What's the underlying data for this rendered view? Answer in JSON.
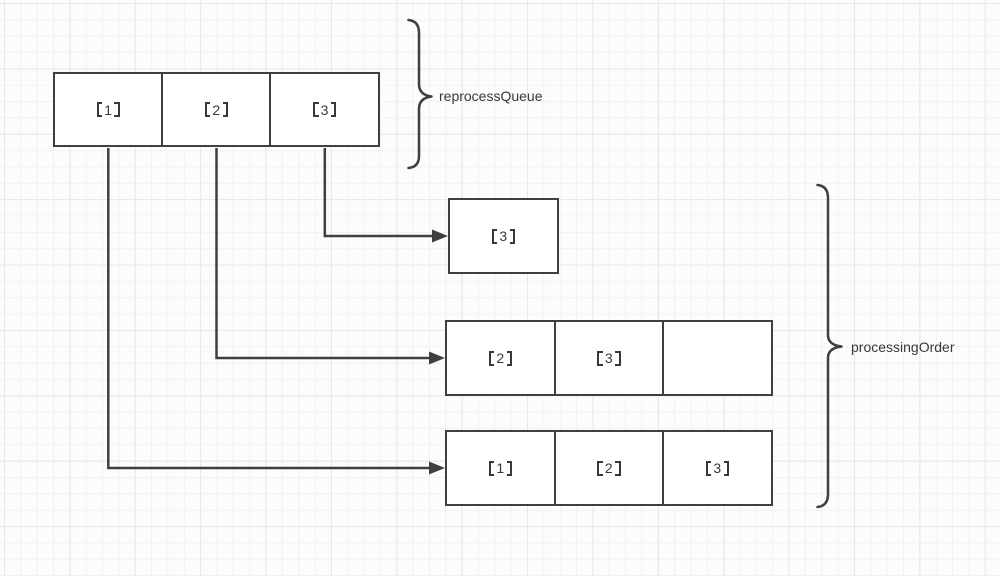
{
  "colors": {
    "stroke": "#3f3f3f",
    "text": "#383838",
    "box_fill": "#ffffff",
    "background": "#fcfcfc",
    "grid_minor": "#f2f2f2",
    "grid_major": "#e7e7e7"
  },
  "reprocess_queue": {
    "brace_label": "reprocessQueue",
    "cells": [
      {
        "text": "【1】",
        "digit": "1"
      },
      {
        "text": "【2】",
        "digit": "2"
      },
      {
        "text": "【3】",
        "digit": "3"
      }
    ]
  },
  "processing_order": {
    "brace_label": "processingOrder",
    "steps": [
      {
        "cells": [
          {
            "text": "【3】",
            "digit": "3"
          }
        ]
      },
      {
        "cells": [
          {
            "text": "【2】",
            "digit": "2"
          },
          {
            "text": "【3】",
            "digit": "3"
          },
          {
            "text": "",
            "digit": ""
          }
        ]
      },
      {
        "cells": [
          {
            "text": "【1】",
            "digit": "1"
          },
          {
            "text": "【2】",
            "digit": "2"
          },
          {
            "text": "【3】",
            "digit": "3"
          }
        ]
      }
    ]
  }
}
